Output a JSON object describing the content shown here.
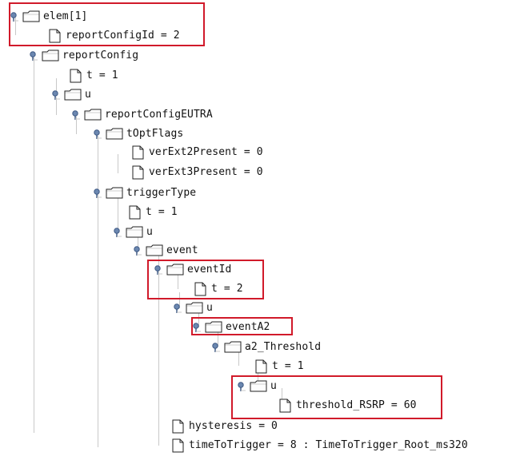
{
  "highlight_color": "#d11a2a",
  "nodes": [
    {
      "label": "elem[1]",
      "type": "folder",
      "expanded": true
    },
    {
      "label": "reportConfigId = 2",
      "type": "file"
    },
    {
      "label": "reportConfig",
      "type": "folder",
      "expanded": true
    },
    {
      "label": "t = 1",
      "type": "file"
    },
    {
      "label": "u",
      "type": "folder",
      "expanded": true
    },
    {
      "label": "reportConfigEUTRA",
      "type": "folder",
      "expanded": true
    },
    {
      "label": "tOptFlags",
      "type": "folder",
      "expanded": true
    },
    {
      "label": "verExt2Present = 0",
      "type": "file"
    },
    {
      "label": "verExt3Present = 0",
      "type": "file"
    },
    {
      "label": "triggerType",
      "type": "folder",
      "expanded": true
    },
    {
      "label": "t = 1",
      "type": "file"
    },
    {
      "label": "u",
      "type": "folder",
      "expanded": true
    },
    {
      "label": "event",
      "type": "folder",
      "expanded": true
    },
    {
      "label": "eventId",
      "type": "folder",
      "expanded": true
    },
    {
      "label": "t = 2",
      "type": "file"
    },
    {
      "label": "u",
      "type": "folder",
      "expanded": true
    },
    {
      "label": "eventA2",
      "type": "folder",
      "expanded": true
    },
    {
      "label": "a2_Threshold",
      "type": "folder",
      "expanded": true
    },
    {
      "label": "t = 1",
      "type": "file"
    },
    {
      "label": "u",
      "type": "folder",
      "expanded": true
    },
    {
      "label": "threshold_RSRP = 60",
      "type": "file"
    },
    {
      "label": "hysteresis = 0",
      "type": "file"
    },
    {
      "label": "timeToTrigger = 8 : TimeToTrigger_Root_ms320",
      "type": "file"
    }
  ]
}
